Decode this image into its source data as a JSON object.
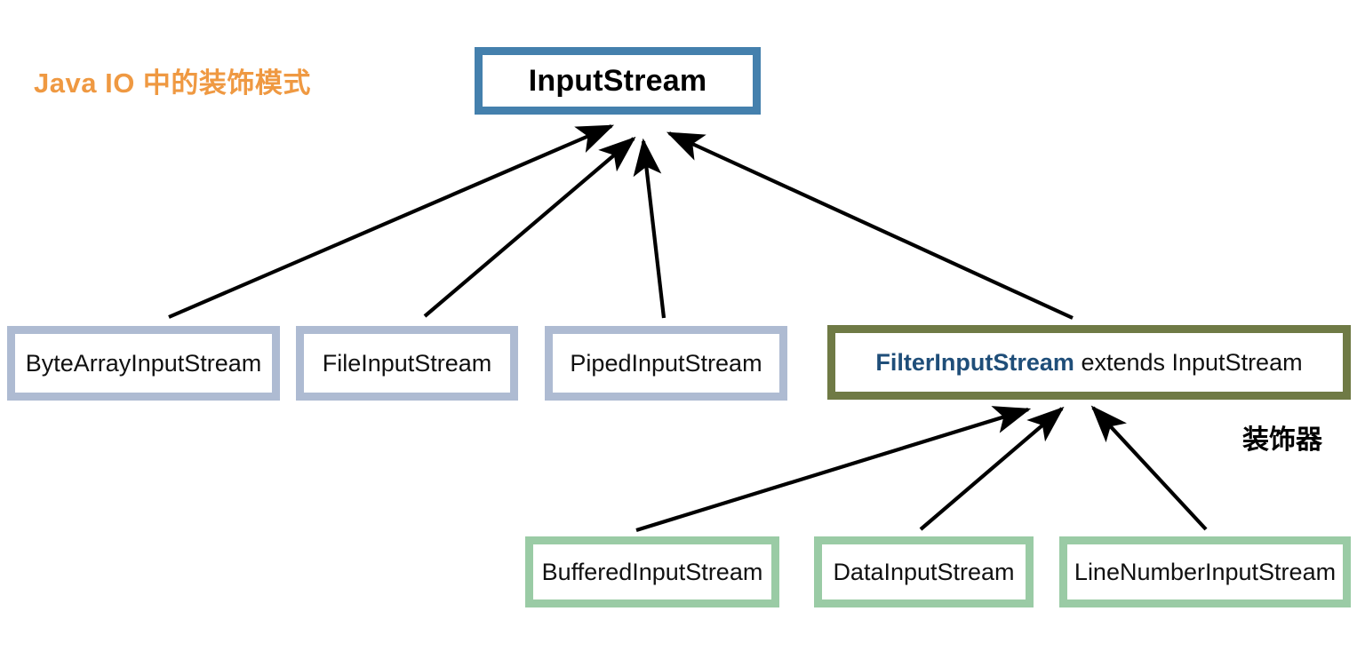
{
  "diagram": {
    "title": "Java IO 中的装饰模式",
    "title_color": "#ef9942",
    "root": {
      "label": "InputStream",
      "border_color": "#4480ad"
    },
    "subclasses": [
      {
        "label": "ByteArrayInputStream",
        "border_color": "#aebbd2"
      },
      {
        "label": "FileInputStream",
        "border_color": "#aebbd2"
      },
      {
        "label": "PipedInputStream",
        "border_color": "#aebbd2"
      }
    ],
    "decorator_base": {
      "label_bold": "FilterInputStream",
      "label_rest": " extends InputStream",
      "border_color": "#6f7a45",
      "bold_color": "#1f4e79"
    },
    "decorators": [
      {
        "label": "BufferedInputStream",
        "border_color": "#9acba5"
      },
      {
        "label": "DataInputStream",
        "border_color": "#9acba5"
      },
      {
        "label": "LineNumberInputStream",
        "border_color": "#9acba5"
      }
    ],
    "annotations": [
      {
        "text": "装饰器",
        "color": "#000000"
      }
    ],
    "edges": [
      {
        "from": "ByteArrayInputStream",
        "to": "InputStream",
        "kind": "extends"
      },
      {
        "from": "FileInputStream",
        "to": "InputStream",
        "kind": "extends"
      },
      {
        "from": "PipedInputStream",
        "to": "InputStream",
        "kind": "extends"
      },
      {
        "from": "FilterInputStream",
        "to": "InputStream",
        "kind": "extends"
      },
      {
        "from": "BufferedInputStream",
        "to": "FilterInputStream",
        "kind": "extends"
      },
      {
        "from": "DataInputStream",
        "to": "FilterInputStream",
        "kind": "extends"
      },
      {
        "from": "LineNumberInputStream",
        "to": "FilterInputStream",
        "kind": "extends"
      }
    ]
  }
}
